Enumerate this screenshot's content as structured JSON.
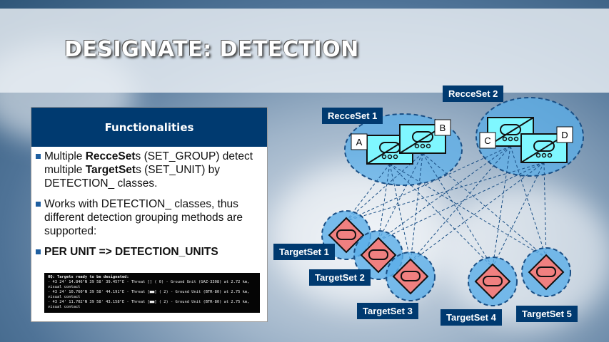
{
  "slide": {
    "title": "DESIGNATE: DETECTION"
  },
  "panel": {
    "header": "Functionalities",
    "bullets": [
      {
        "parts": [
          "Multiple ",
          "RecceSet",
          "s (SET_GROUP) detect multiple ",
          "TargetSet",
          "s (SET_UNIT) by DETECTION_ classes."
        ]
      },
      {
        "text": "Works with DETECTION_ classes, thus different detection grouping methods are supported:"
      },
      {
        "text": "PER UNIT => DETECTION_UNITS"
      }
    ],
    "console_lines": [
      "HQ: Targets ready to be designated:",
      " - 43 24' 14.846\"N   39 58' 39.457\"E - Threat [] ( 0) - Ground Unit (GAZ-3308) at 2.72 km,",
      "visual contact",
      " - 43 24' 10.760\"N   39 58' 44.191\"E - Threat [■■] ( 2) - Ground Unit (BTR-80) at 2.75 km,",
      "visual contact",
      " - 43 24' 11.702\"N   39 58' 43.158\"E - Threat [■■] ( 2) - Ground Unit (BTR-80) at 2.75 km,",
      "visual contact"
    ]
  },
  "diagram": {
    "recce_sets": [
      "RecceSet 1",
      "RecceSet 2"
    ],
    "recce_units": [
      "A",
      "B",
      "C",
      "D"
    ],
    "target_sets": [
      "TargetSet 1",
      "TargetSet 2",
      "TargetSet 3",
      "TargetSet 4",
      "TargetSet 5"
    ],
    "colors": {
      "label_bg": "#003a70",
      "recce_fill": "#7ff7ff",
      "target_fill": "#f08080",
      "set_fill": "#5aaee8"
    }
  }
}
